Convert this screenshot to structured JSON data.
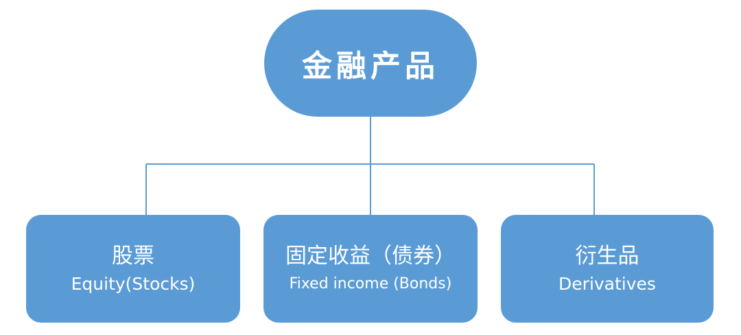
{
  "colors": {
    "node_fill": "#5b9bd5",
    "connector": "#5b9bd5",
    "text": "#ffffff"
  },
  "root": {
    "label": "金融产品"
  },
  "children": [
    {
      "label_zh": "股票",
      "label_en": "Equity(Stocks)"
    },
    {
      "label_zh": "固定收益（债券）",
      "label_en": "Fixed income (Bonds)"
    },
    {
      "label_zh": "衍生品",
      "label_en": "Derivatives"
    }
  ]
}
